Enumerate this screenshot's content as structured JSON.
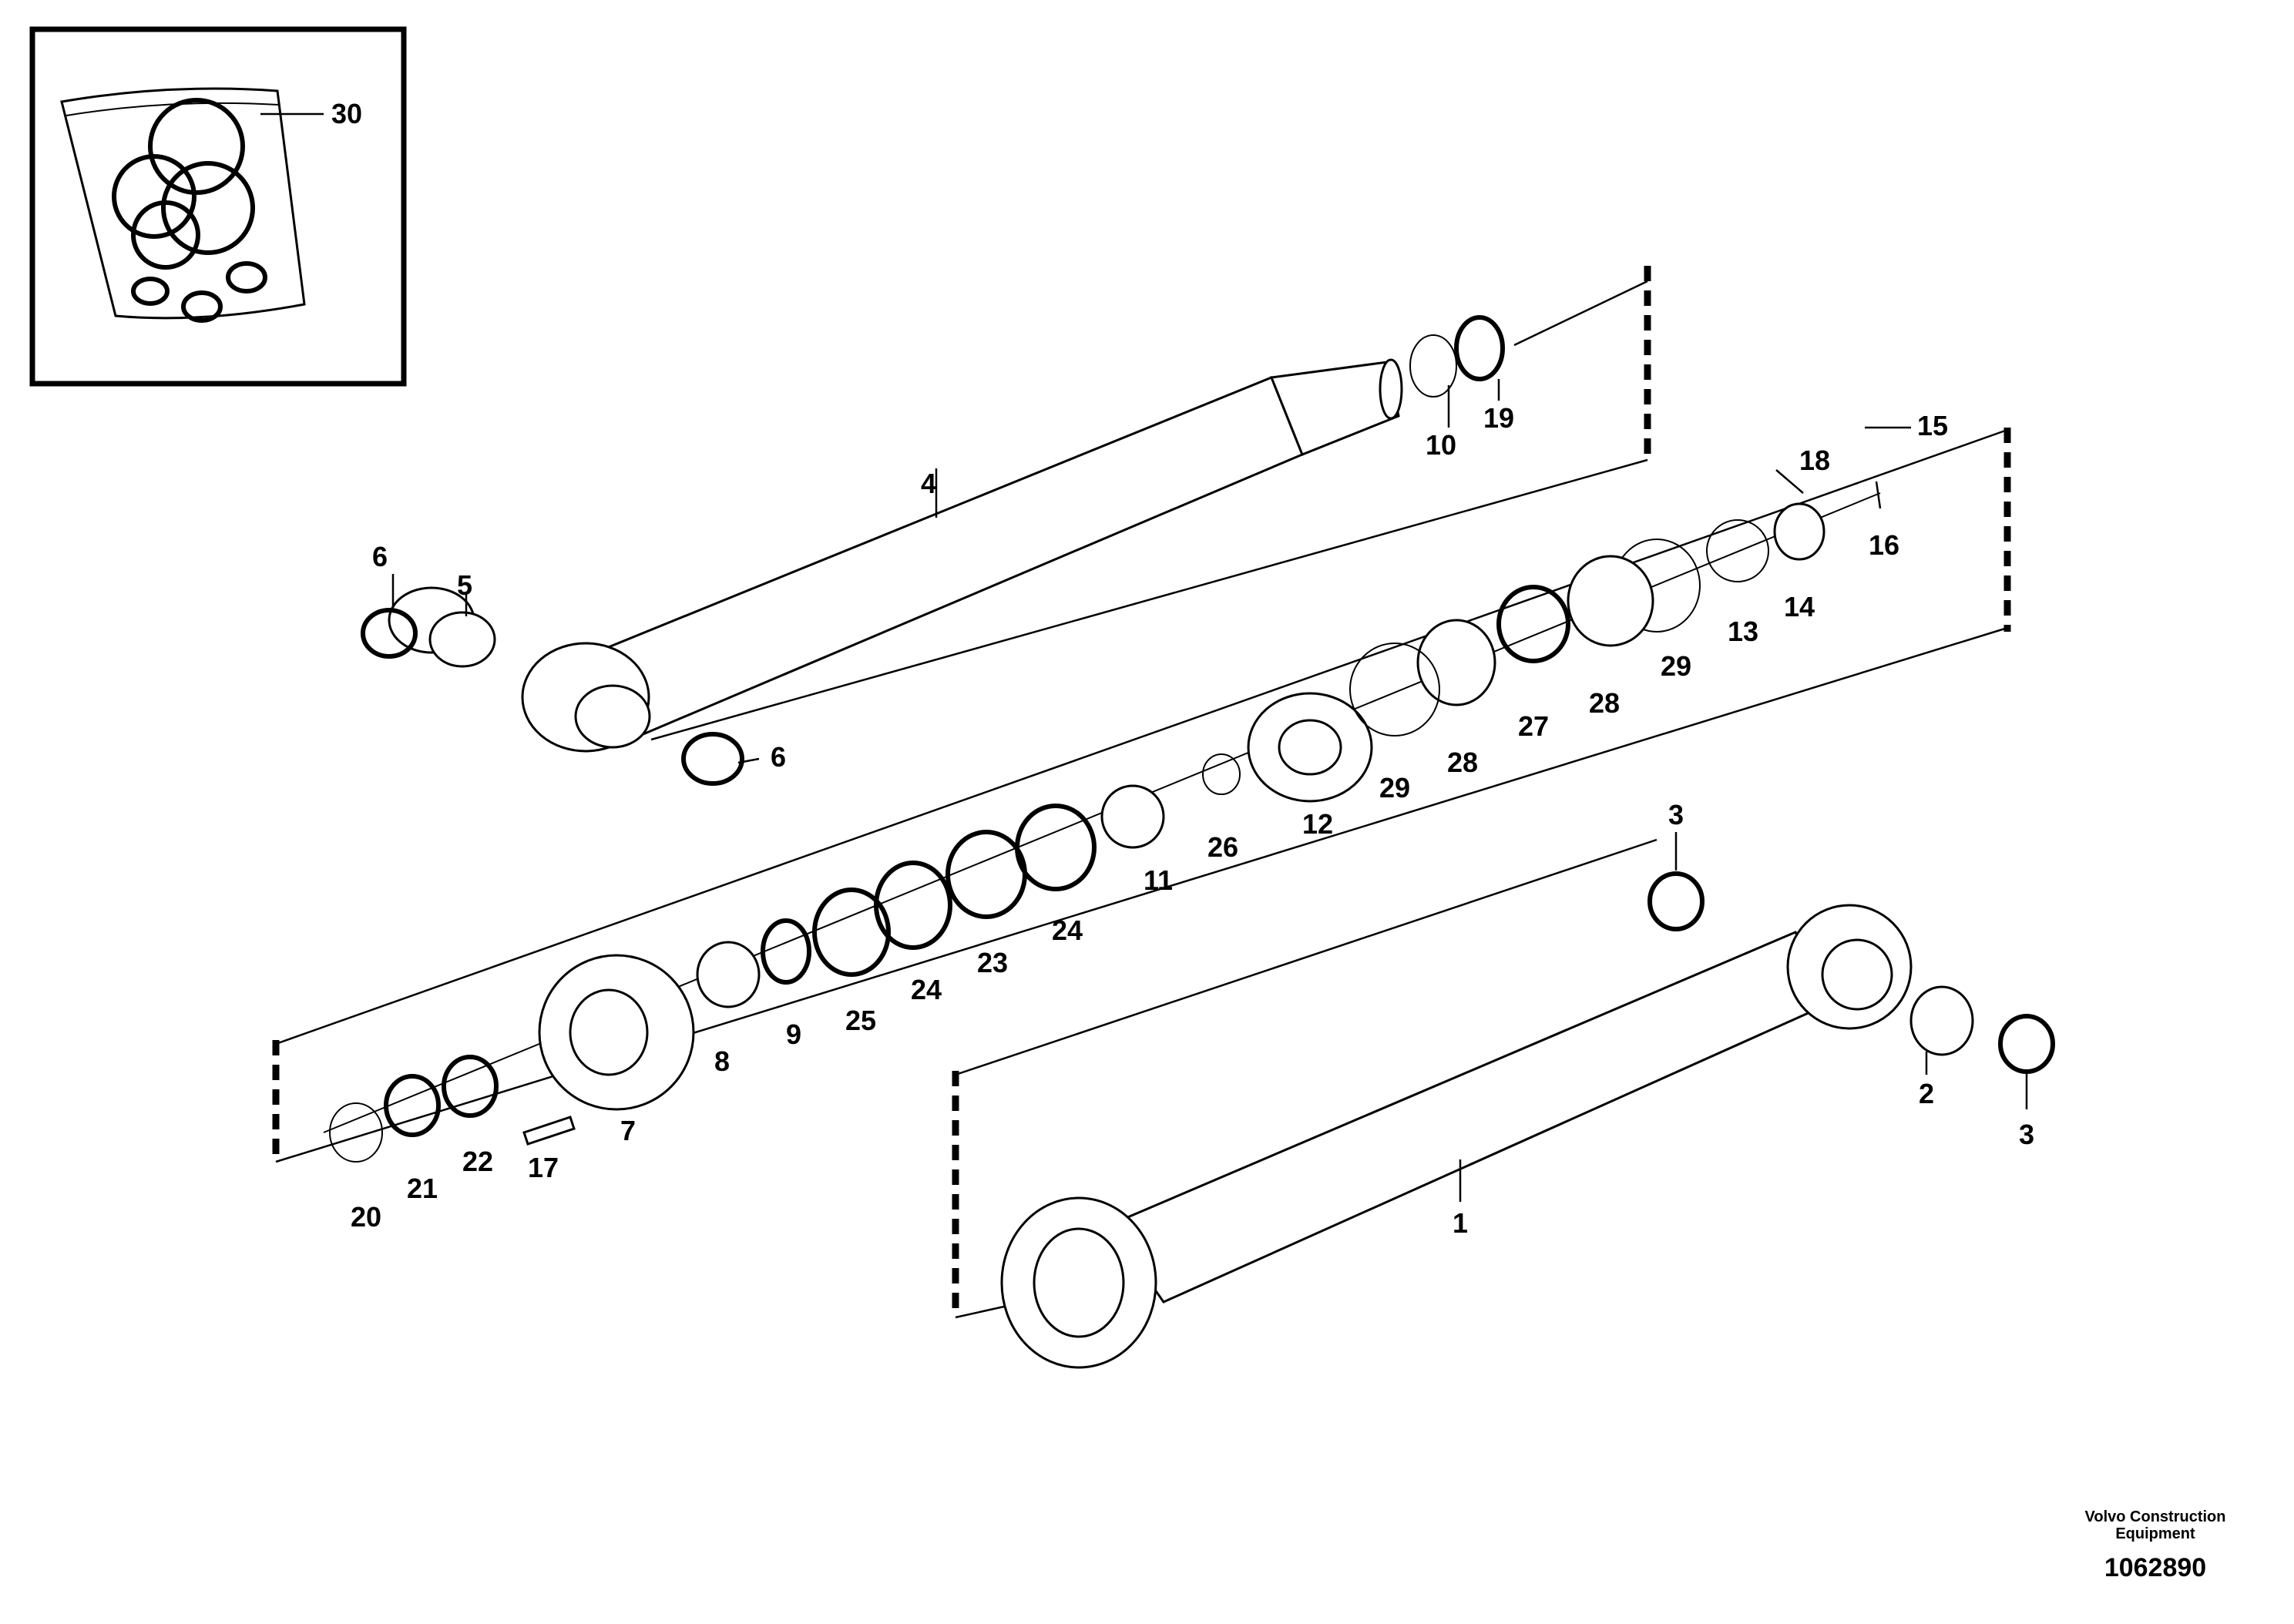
{
  "diagram": {
    "callouts": [
      "30",
      "4",
      "10",
      "19",
      "6",
      "5",
      "6",
      "15",
      "18",
      "16",
      "14",
      "13",
      "29",
      "28",
      "27",
      "29",
      "28",
      "12",
      "26",
      "11",
      "24",
      "24",
      "23",
      "3",
      "25",
      "9",
      "8",
      "7",
      "17",
      "22",
      "21",
      "20",
      "2",
      "3",
      "1"
    ]
  },
  "footer": {
    "company": "Volvo Construction Equipment",
    "drawing_number": "1062890"
  }
}
